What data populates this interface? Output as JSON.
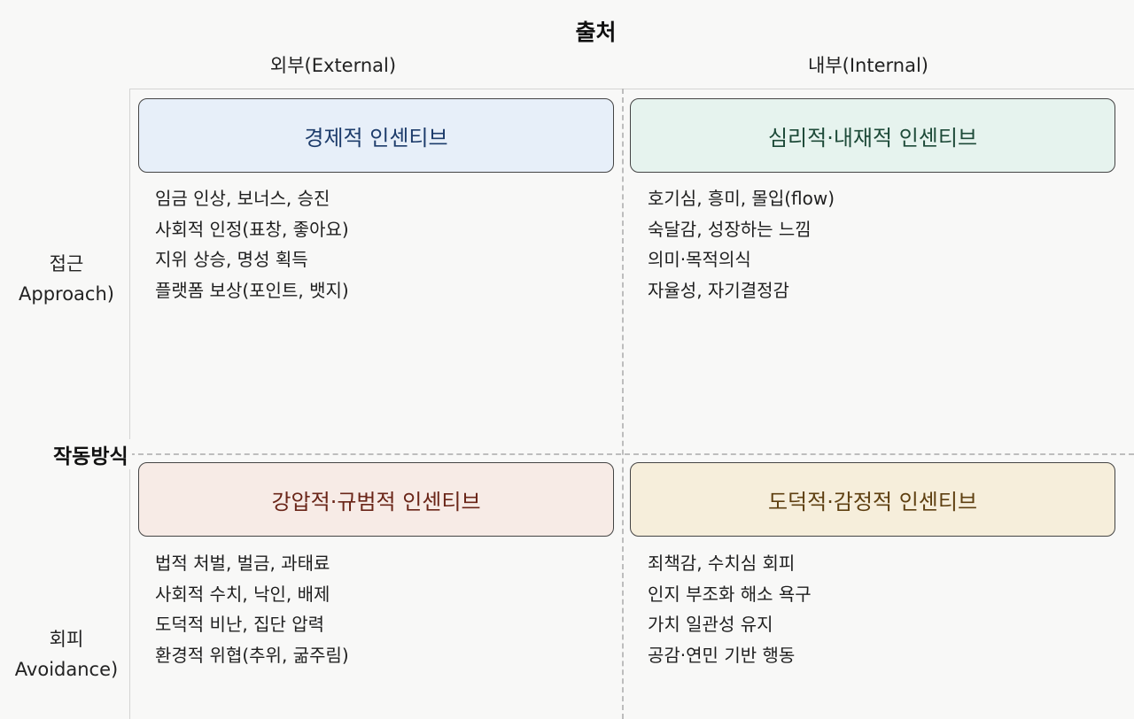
{
  "axes": {
    "top_title": "출처",
    "columns": {
      "external": "외부(External)",
      "internal": "내부(Internal)"
    },
    "side_title": "작동방식",
    "rows": {
      "approach": {
        "line1": "접근",
        "line2": "Approach)"
      },
      "avoidance": {
        "line1": "회피",
        "line2": "Avoidance)"
      }
    }
  },
  "quadrants": {
    "economic": {
      "title": "경제적 인센티브",
      "items": [
        "임금 인상, 보너스, 승진",
        "사회적 인정(표창, 좋아요)",
        "지위 상승, 명성 획득",
        "플랫폼 보상(포인트, 뱃지)"
      ]
    },
    "psychological": {
      "title": "심리적·내재적 인센티브",
      "items": [
        "호기심, 흥미, 몰입(flow)",
        "숙달감, 성장하는 느낌",
        "의미·목적의식",
        "자율성, 자기결정감"
      ]
    },
    "coercive": {
      "title": "강압적·규범적 인센티브",
      "items": [
        "법적 처벌, 벌금, 과태료",
        "사회적 수치, 낙인, 배제",
        "도덕적 비난, 집단 압력",
        "환경적 위협(추위, 굶주림)"
      ]
    },
    "moral": {
      "title": "도덕적·감정적 인센티브",
      "items": [
        "죄책감, 수치심 회피",
        "인지 부조화 해소 욕구",
        "가치 일관성 유지",
        "공감·연민 기반 행동"
      ]
    }
  },
  "colors": {
    "economic_bg": "#e7eff9",
    "psychological_bg": "#e6f3ee",
    "coercive_bg": "#f7ebe6",
    "moral_bg": "#f6eedb"
  }
}
